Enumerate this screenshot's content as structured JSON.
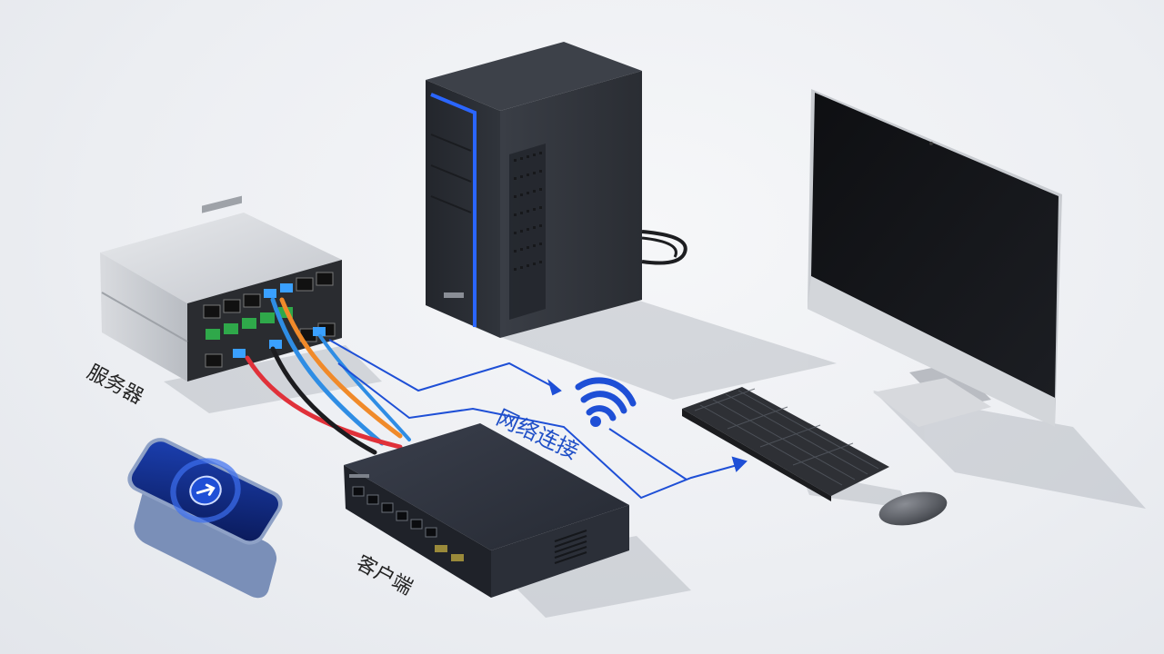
{
  "labels": {
    "server": "服务器",
    "client": "客户端",
    "network": "网络连接"
  },
  "colors": {
    "accent": "#1e4fd6",
    "device_dark": "#2c2f36",
    "rack_silver": "#c9ccd1",
    "cable_red": "#e0313a",
    "cable_orange": "#f08a2a",
    "cable_blue": "#2f8de4",
    "cable_black": "#1c1c1f"
  },
  "icons": {
    "wifi": "wifi-icon",
    "phone_arrow": "arrow-icon"
  }
}
